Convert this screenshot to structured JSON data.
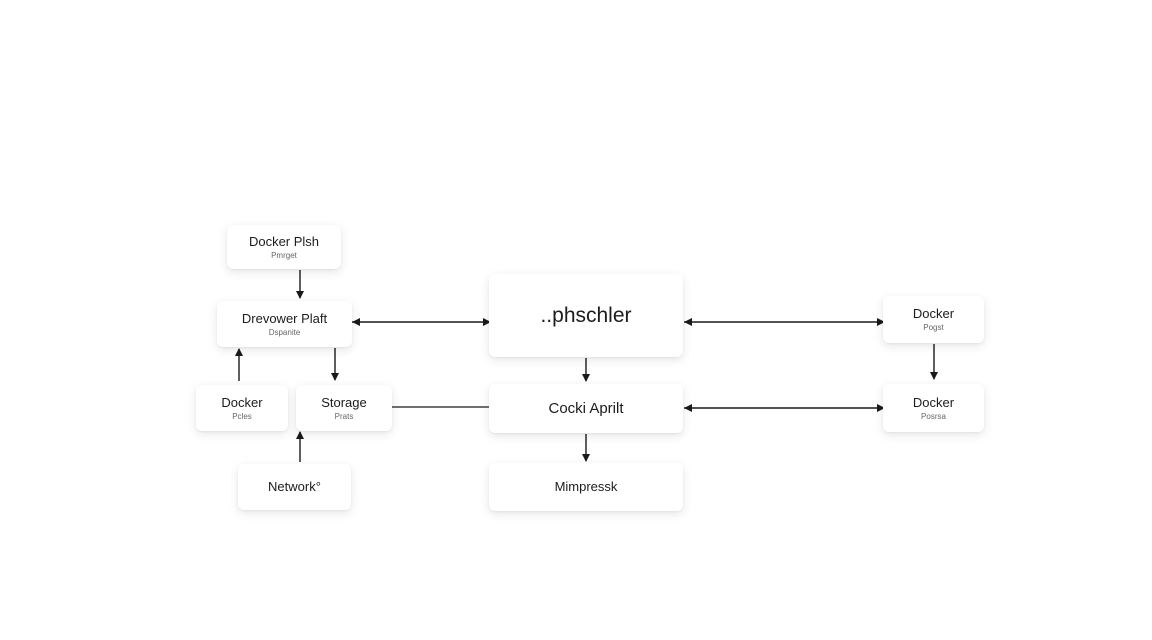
{
  "diagram": {
    "nodes": {
      "docker_plsh": {
        "title": "Docker Plsh",
        "sub": "Pmrget"
      },
      "drevower": {
        "title": "Drevower Plaft",
        "sub": "Dspanite"
      },
      "docker_left": {
        "title": "Docker",
        "sub": "Pcles"
      },
      "storage": {
        "title": "Storage",
        "sub": "Prats"
      },
      "network": {
        "title": "Network°"
      },
      "phschler": {
        "title": "..phschler"
      },
      "cocki": {
        "title": "Cocki Aprilt"
      },
      "mimpressk": {
        "title": "Mimpressk"
      },
      "docker_r1": {
        "title": "Docker",
        "sub": "Pogst"
      },
      "docker_r2": {
        "title": "Docker",
        "sub": "Posrsa"
      }
    },
    "edges": [
      {
        "from": "docker_plsh",
        "to": "drevower",
        "kind": "arrow"
      },
      {
        "from": "docker_left",
        "to": "drevower",
        "kind": "arrow"
      },
      {
        "from": "drevower",
        "to": "storage",
        "kind": "arrow"
      },
      {
        "from": "network",
        "to": "storage",
        "kind": "arrow"
      },
      {
        "from": "drevower",
        "to": "phschler",
        "kind": "bidirectional"
      },
      {
        "from": "storage",
        "to": "cocki",
        "kind": "line"
      },
      {
        "from": "phschler",
        "to": "cocki",
        "kind": "arrow"
      },
      {
        "from": "cocki",
        "to": "mimpressk",
        "kind": "arrow"
      },
      {
        "from": "phschler",
        "to": "docker_r1",
        "kind": "bidirectional"
      },
      {
        "from": "cocki",
        "to": "docker_r2",
        "kind": "bidirectional"
      },
      {
        "from": "docker_r1",
        "to": "docker_r2",
        "kind": "arrow"
      }
    ],
    "colors": {
      "edge": "#1a1a1a",
      "node_bg": "#ffffff",
      "text": "#1c1c1c",
      "subtext": "#666666"
    }
  }
}
